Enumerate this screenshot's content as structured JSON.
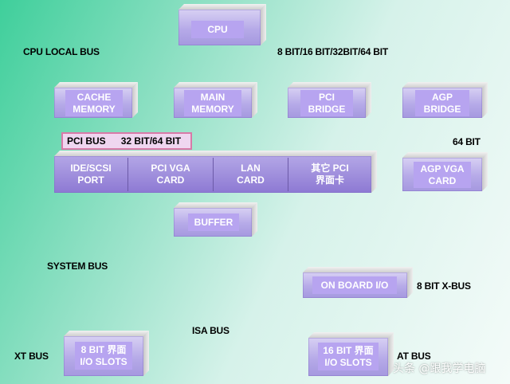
{
  "labels": {
    "cpu_local_bus": "CPU LOCAL BUS",
    "bit_widths": "8 BIT/16 BIT/32BIT/64 BIT",
    "pci_bus": "PCI BUS",
    "pci_bus_width": "32 BIT/64 BIT",
    "agp_width": "64 BIT",
    "system_bus": "SYSTEM BUS",
    "isa_bus": "ISA BUS",
    "xt_bus": "XT BUS",
    "at_bus": "AT BUS",
    "xbus": "8 BIT X-BUS"
  },
  "boxes": {
    "cpu": [
      "CPU"
    ],
    "cache": [
      "CACHE",
      "MEMORY"
    ],
    "main_memory": [
      "MAIN",
      "MEMORY"
    ],
    "pci_bridge": [
      "PCI",
      "BRIDGE"
    ],
    "agp_bridge": [
      "AGP",
      "BRIDGE"
    ],
    "agp_vga": [
      "AGP VGA",
      "CARD"
    ],
    "buffer": [
      "BUFFER"
    ],
    "onboard_io": [
      "ON BOARD I/O"
    ],
    "io_slots_8": [
      "8 BIT 界面",
      "I/O SLOTS"
    ],
    "io_slots_16": [
      "16 BIT 界面",
      "I/O SLOTS"
    ]
  },
  "pci_cards": [
    [
      "IDE/SCSI",
      "PORT"
    ],
    [
      "PCI VGA",
      "CARD"
    ],
    [
      "LAN",
      "CARD"
    ],
    [
      "其它 PCI",
      "界面卡"
    ]
  ],
  "watermark": "头条 @跟我学电脑"
}
